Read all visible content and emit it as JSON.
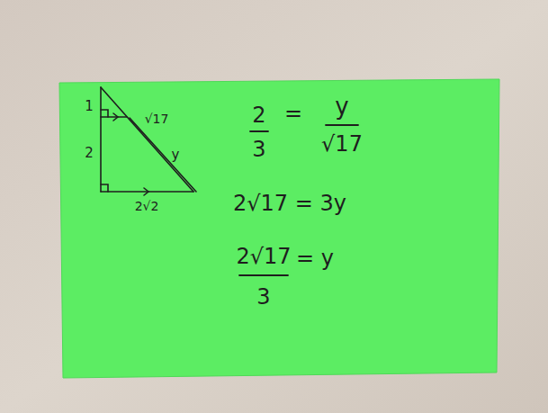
{
  "diagram": {
    "labels": [
      "1",
      "2",
      "√17",
      "y",
      "2√2",
      "2",
      "3",
      "=",
      "y",
      "√17",
      "2√17 = 3y",
      "2√17",
      "3",
      "= y"
    ]
  }
}
